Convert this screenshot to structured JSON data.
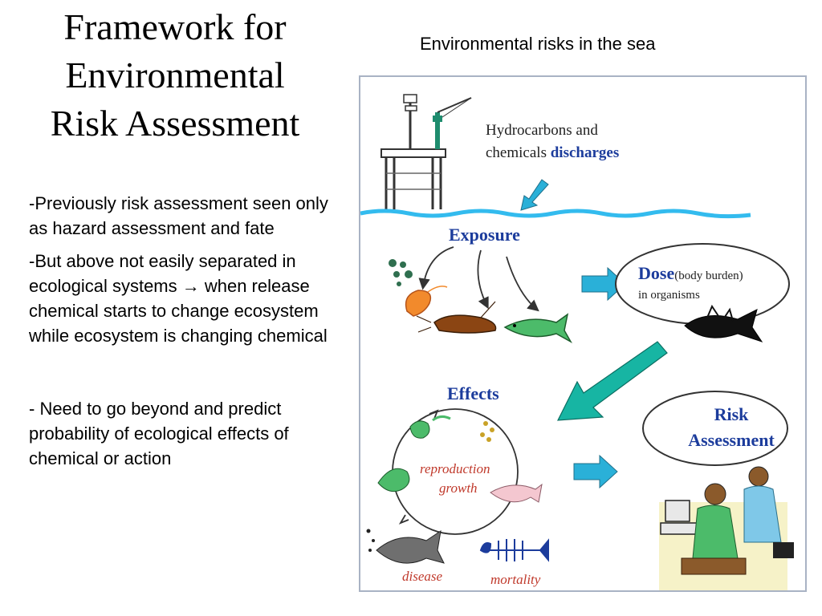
{
  "slide": {
    "title_lines": [
      "Framework for",
      "Environmental",
      "Risk Assessment"
    ],
    "bullets": [
      "-Previously risk assessment seen only as hazard assessment and fate",
      "-But above not easily separated in ecological systems → when release chemical starts to change ecosystem while ecosystem is changing chemical",
      "- Need to go beyond and predict probability of ecological effects of chemical or action"
    ]
  },
  "figure": {
    "caption": "Environmental risks in the sea",
    "discharge_line1": "Hydrocarbons and",
    "discharge_line2_plain": "chemicals ",
    "discharge_line2_bold": "discharges",
    "exposure_label": "Exposure",
    "dose_label": "Dose",
    "dose_paren": "(body burden)",
    "dose_line2": "in organisms",
    "effects_label": "Effects",
    "reproduction_label": "reproduction",
    "growth_label": "growth",
    "disease_label": "disease",
    "mortality_label": "mortality",
    "risk_line1": "Risk",
    "risk_line2": "Assessment",
    "colors": {
      "label_blue": "#1c3c9c",
      "effect_red": "#c0392b",
      "sea_line": "#33bbee",
      "arrow_fill": "#2ab0d8",
      "big_arrow_fill": "#17b5a3",
      "frame_border": "#a9b3c4"
    }
  }
}
